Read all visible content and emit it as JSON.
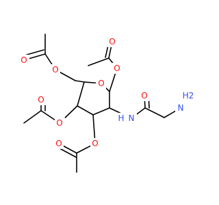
{
  "atoms": [
    {
      "id": "ring_o",
      "label": "O",
      "color": "#ff0d0d"
    },
    {
      "id": "ac1_o_ester",
      "label": "O",
      "color": "#ff0d0d"
    },
    {
      "id": "ac1_o_carbonyl",
      "label": "O",
      "color": "#ff0d0d"
    },
    {
      "id": "ac6_o_ester",
      "label": "O",
      "color": "#ff0d0d"
    },
    {
      "id": "ac6_o_carbonyl",
      "label": "O",
      "color": "#ff0d0d"
    },
    {
      "id": "ac4_o_ester",
      "label": "O",
      "color": "#ff0d0d"
    },
    {
      "id": "ac4_o_carbonyl",
      "label": "O",
      "color": "#ff0d0d"
    },
    {
      "id": "ac3_o_ester",
      "label": "O",
      "color": "#ff0d0d"
    },
    {
      "id": "ac3_o_carbonyl",
      "label": "O",
      "color": "#ff0d0d"
    },
    {
      "id": "amide_n",
      "label": "N",
      "color": "#3050f8"
    },
    {
      "id": "amide_h",
      "label": "H",
      "color": "#3050f8"
    },
    {
      "id": "amide_o",
      "label": "O",
      "color": "#ff0d0d"
    },
    {
      "id": "amine_n",
      "label": "N",
      "color": "#3050f8"
    },
    {
      "id": "amine_h2",
      "label": "H2",
      "color": "#3050f8"
    }
  ],
  "colors": {
    "bond": "#000000",
    "oxygen": "#ff0d0d",
    "nitrogen": "#3050f8",
    "background": "#ffffff"
  }
}
